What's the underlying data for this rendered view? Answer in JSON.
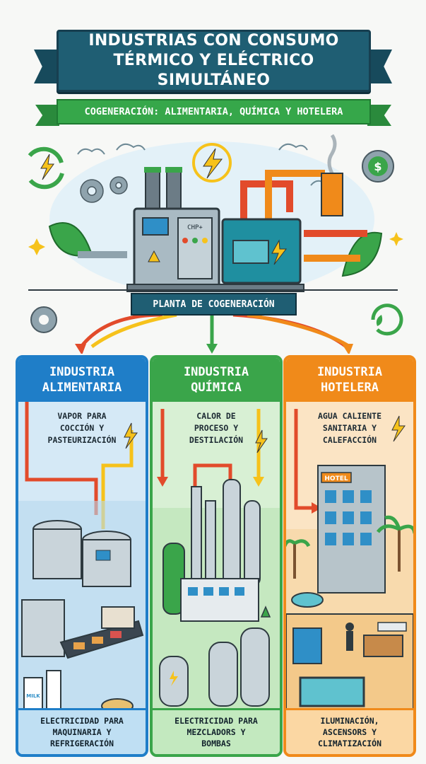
{
  "header": {
    "title_line1": "INDUSTRIAS CON CONSUMO",
    "title_line2": "TÉRMICO Y ELÉCTRICO SIMULTÁNEO",
    "subtitle": "COGENERACIÓN: ALIMENTARIA, QUÍMICA Y HOTELERA"
  },
  "plant": {
    "label": "PLANTA DE COGENERACIÓN",
    "chp_tag": "CHP+"
  },
  "columns": [
    {
      "title_line1": "INDUSTRIA",
      "title_line2": "ALIMENTARIA",
      "heat_lines": [
        "VAPOR PARA",
        "COCCIÓN Y",
        "PASTEURIZACIÓN"
      ],
      "power_lines": [
        "ELECTRICIDAD PARA",
        "MAQUINARIA Y",
        "REFRIGERACIÓN"
      ],
      "milk_label": "MILK",
      "color": "#1f7ec8"
    },
    {
      "title_line1": "INDUSTRIA",
      "title_line2": "QUÍMICA",
      "heat_lines": [
        "CALOR DE",
        "PROCESO Y",
        "DESTILACIÓN"
      ],
      "power_lines": [
        "ELECTRICIDAD PARA",
        "MEZCLADORS Y",
        "BOMBAS"
      ],
      "color": "#3aa54a"
    },
    {
      "title_line1": "INDUSTRIA",
      "title_line2": "HOTELERA",
      "heat_lines": [
        "AGUA CALIENTE",
        "SANITARIA Y",
        "CALEFACCIÓN"
      ],
      "power_lines": [
        "ILUMINACIÓN,",
        "ASCENSORS Y",
        "CLIMATIZACIÓN"
      ],
      "hotel_sign": "HOTEL",
      "color": "#f08a1a"
    }
  ],
  "icons": [
    "recycle-lightning-icon",
    "gear-icon",
    "dollar-gear-icon",
    "lightning-icon",
    "leaf-icon",
    "cloud-icon",
    "sparkle-icon"
  ]
}
